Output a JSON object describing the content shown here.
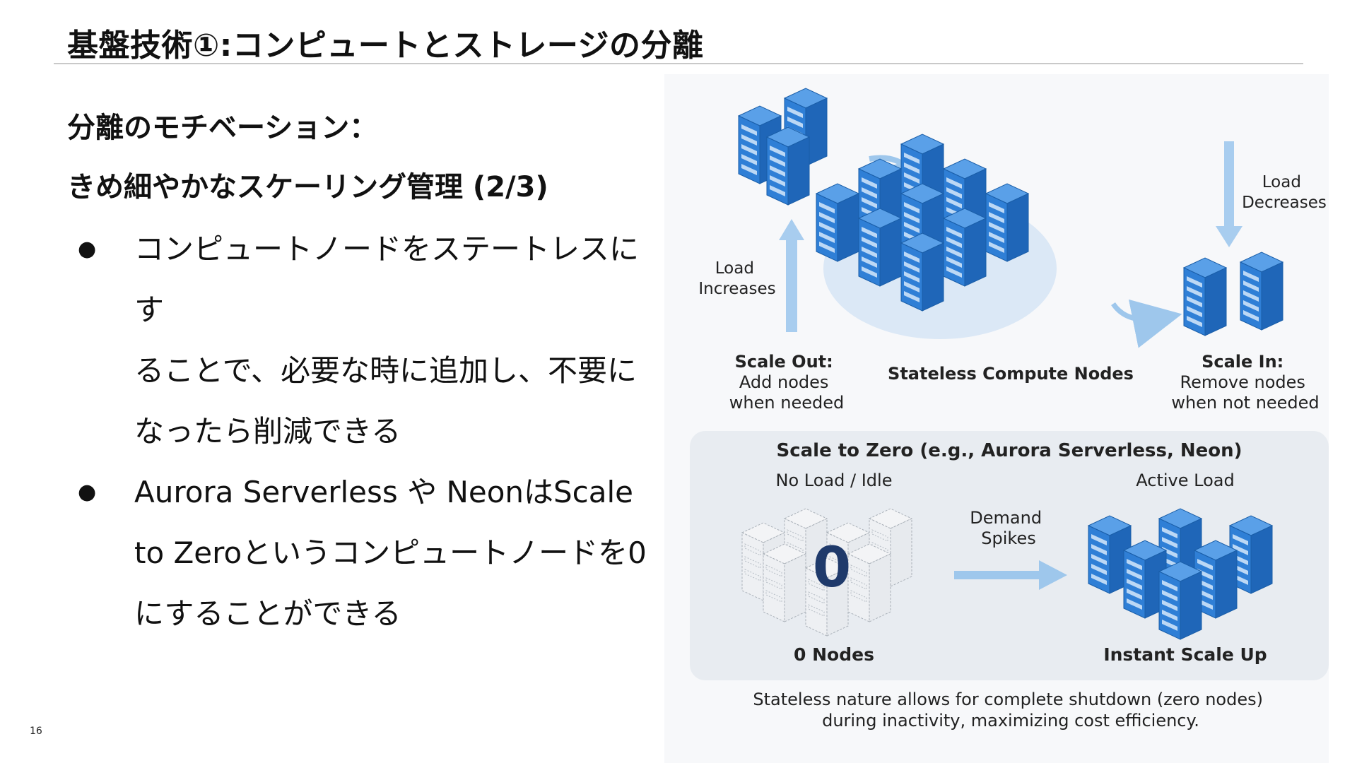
{
  "slide": {
    "title": "基盤技術①:コンピュートとストレージの分離",
    "subtitle_line1": "分離のモチベーション：",
    "subtitle_line2": "きめ細やかなスケーリング管理 (2/3)",
    "bullets": [
      {
        "lines": [
          "コンピュートノードをステートレスにす",
          "ることで、必要な時に追加し、不要に",
          "なったら削減できる"
        ]
      },
      {
        "lines": [
          "Aurora Serverless や NeonはScale",
          "to Zeroというコンピュートノードを0",
          "にすることができる"
        ]
      }
    ],
    "page_number": "16"
  },
  "figure": {
    "load_increases": [
      "Load",
      "Increases"
    ],
    "load_decreases": [
      "Load",
      "Decreases"
    ],
    "scale_out": {
      "title": "Scale Out:",
      "lines": [
        "Add nodes",
        "when needed"
      ]
    },
    "stateless_label": "Stateless Compute Nodes",
    "scale_in": {
      "title": "Scale In:",
      "lines": [
        "Remove nodes",
        "when not needed"
      ]
    },
    "zero_panel": {
      "title": "Scale to Zero (e.g., Aurora Serverless, Neon)",
      "no_load": "No Load / Idle",
      "active_load": "Active Load",
      "zero_digit": "0",
      "demand_spikes": [
        "Demand",
        "Spikes"
      ],
      "zero_nodes": "0 Nodes",
      "instant": "Instant Scale Up"
    },
    "caption": [
      "Stateless nature allows for complete shutdown (zero nodes)",
      "during inactivity, maximizing cost efficiency."
    ]
  },
  "colors": {
    "server_blue": "#2f7fd6",
    "server_dark": "#1a5ea8",
    "arrow_blue": "#8bbde8",
    "cloud": "#dbe8f6",
    "panel": "#e8ecf1"
  },
  "icons": [
    "server-rack-icon",
    "arrow-icon"
  ]
}
